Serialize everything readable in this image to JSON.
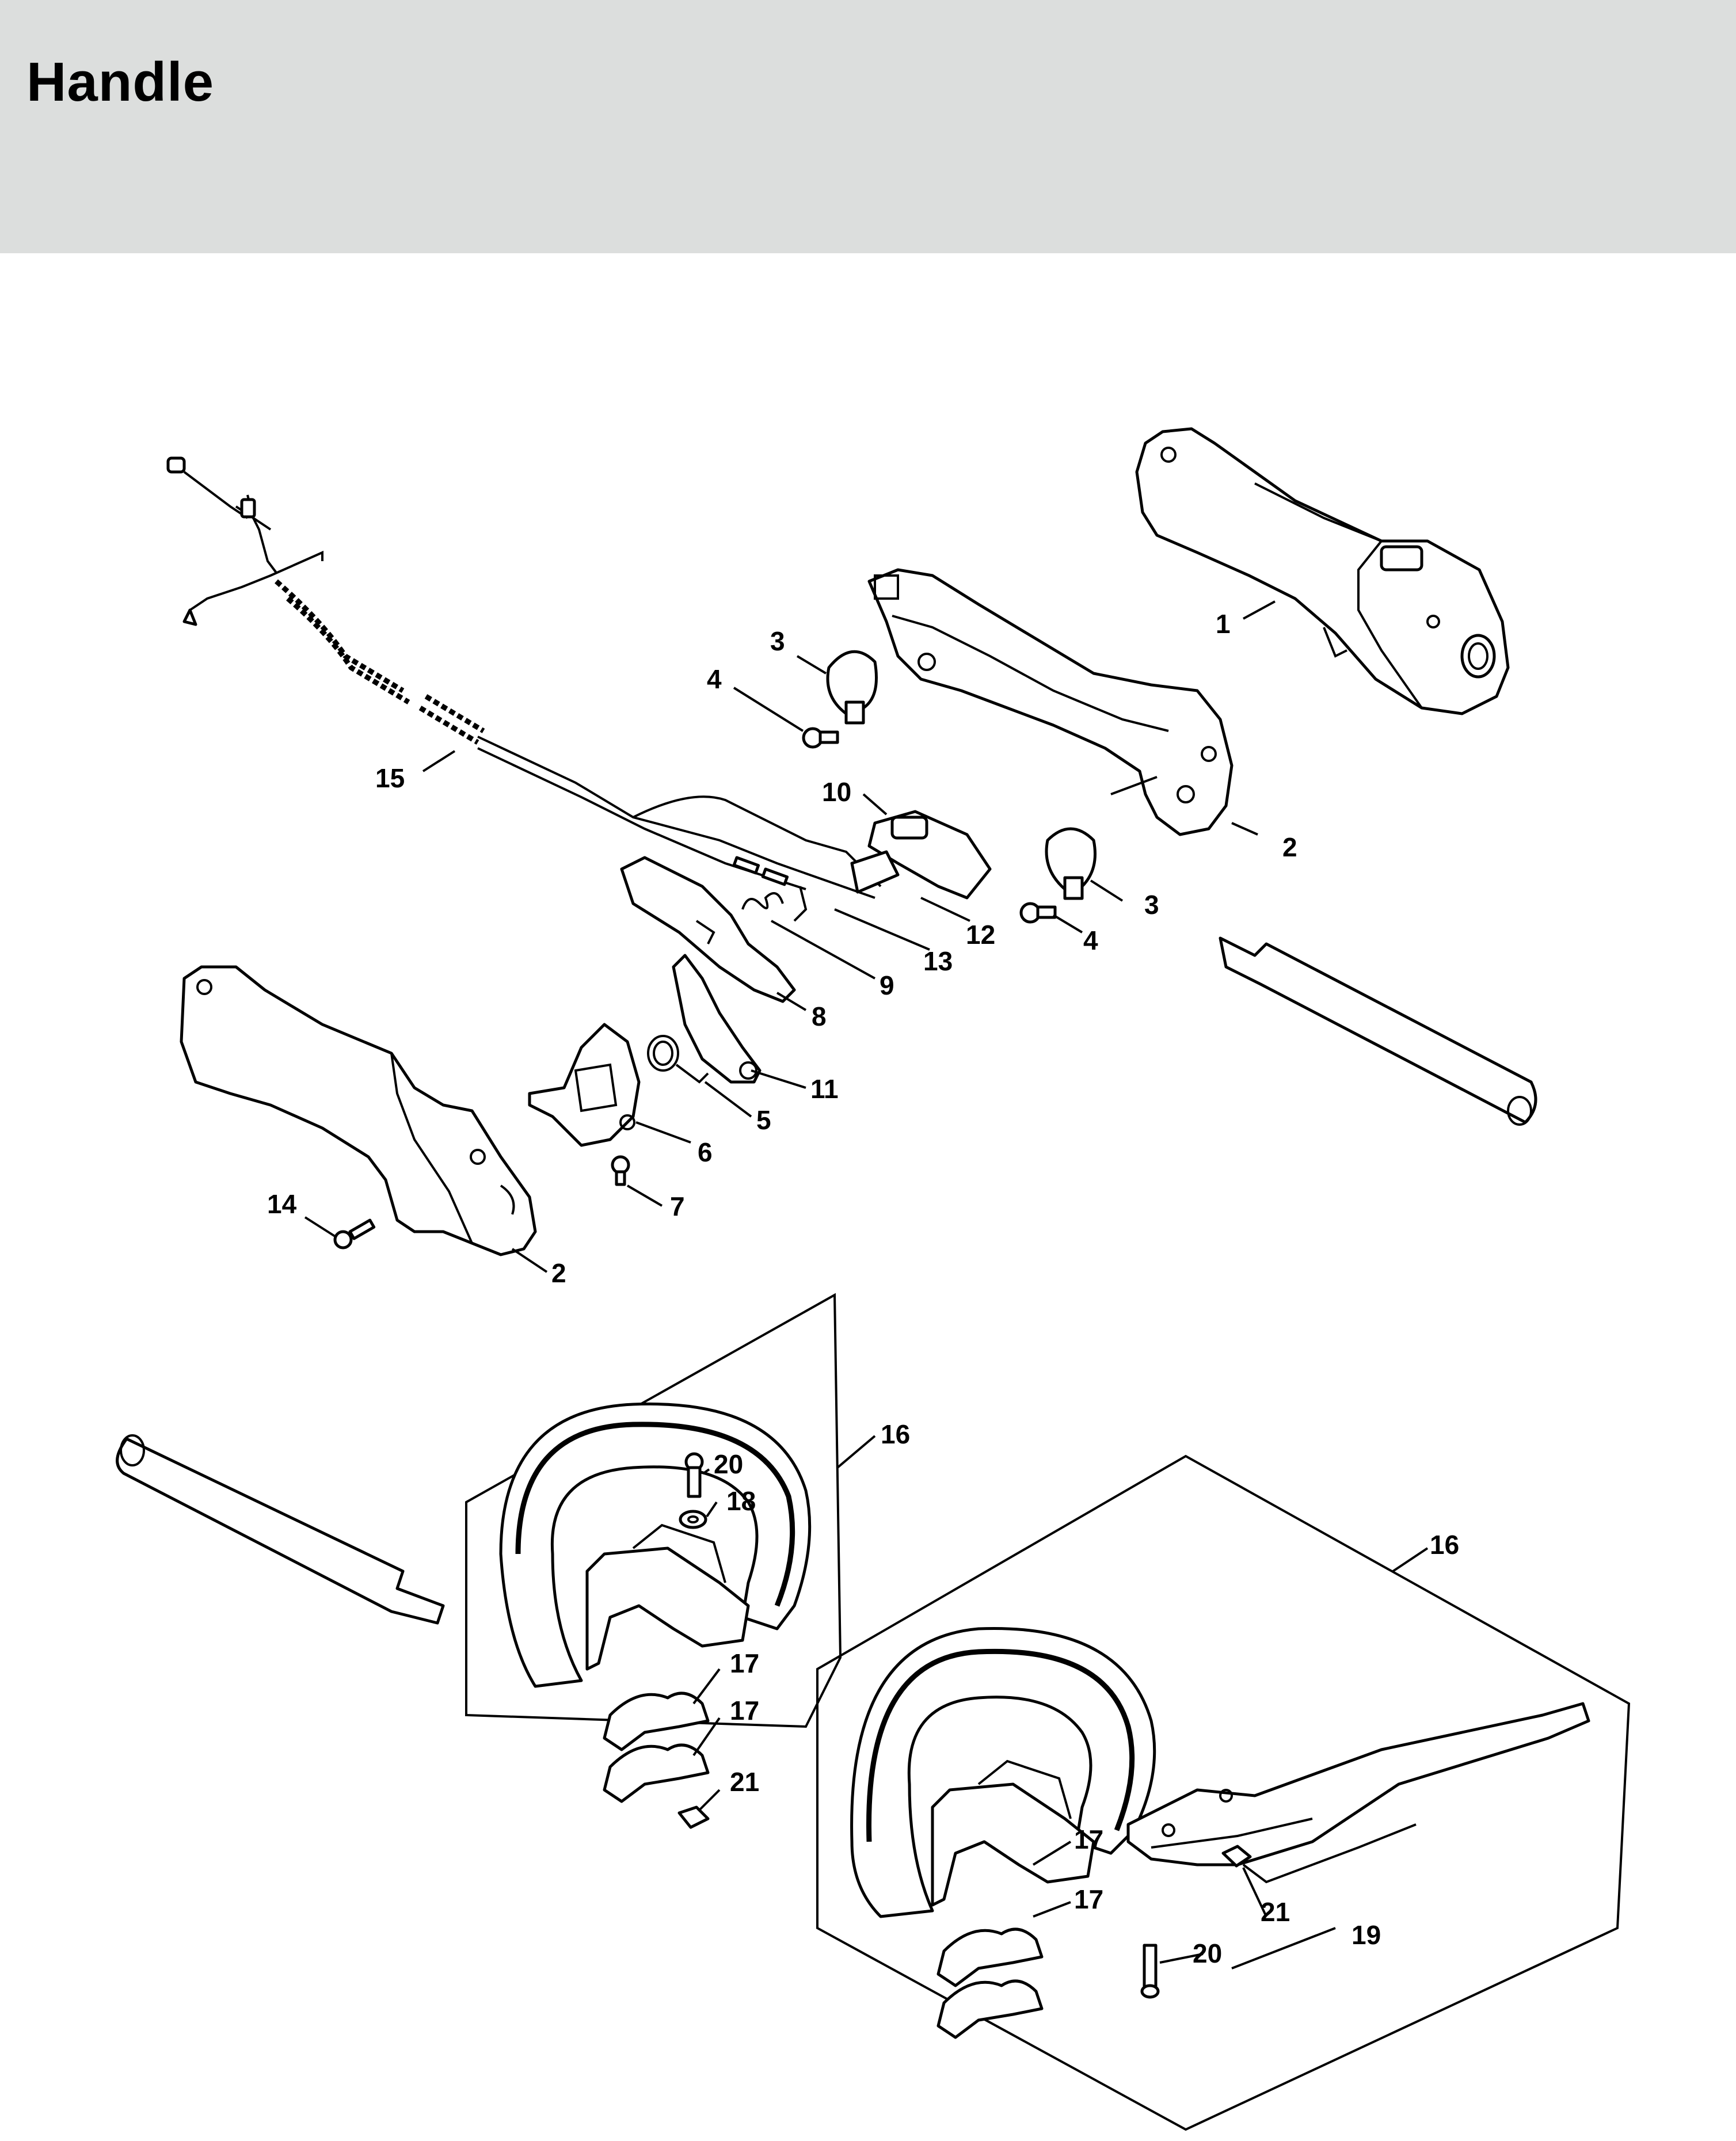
{
  "page": {
    "title": "Handle"
  },
  "callouts": {
    "c1": "1",
    "c2a": "2",
    "c2b": "2",
    "c3a": "3",
    "c3b": "3",
    "c4a": "4",
    "c4b": "4",
    "c5": "5",
    "c6": "6",
    "c7": "7",
    "c8": "8",
    "c9": "9",
    "c10": "10",
    "c11": "11",
    "c12": "12",
    "c13": "13",
    "c14": "14",
    "c15": "15",
    "c16a": "16",
    "c16b": "16",
    "c17a": "17",
    "c17b": "17",
    "c17c": "17",
    "c17d": "17",
    "c18": "18",
    "c19": "19",
    "c20a": "20",
    "c20b": "20",
    "c21a": "21",
    "c21b": "21"
  }
}
